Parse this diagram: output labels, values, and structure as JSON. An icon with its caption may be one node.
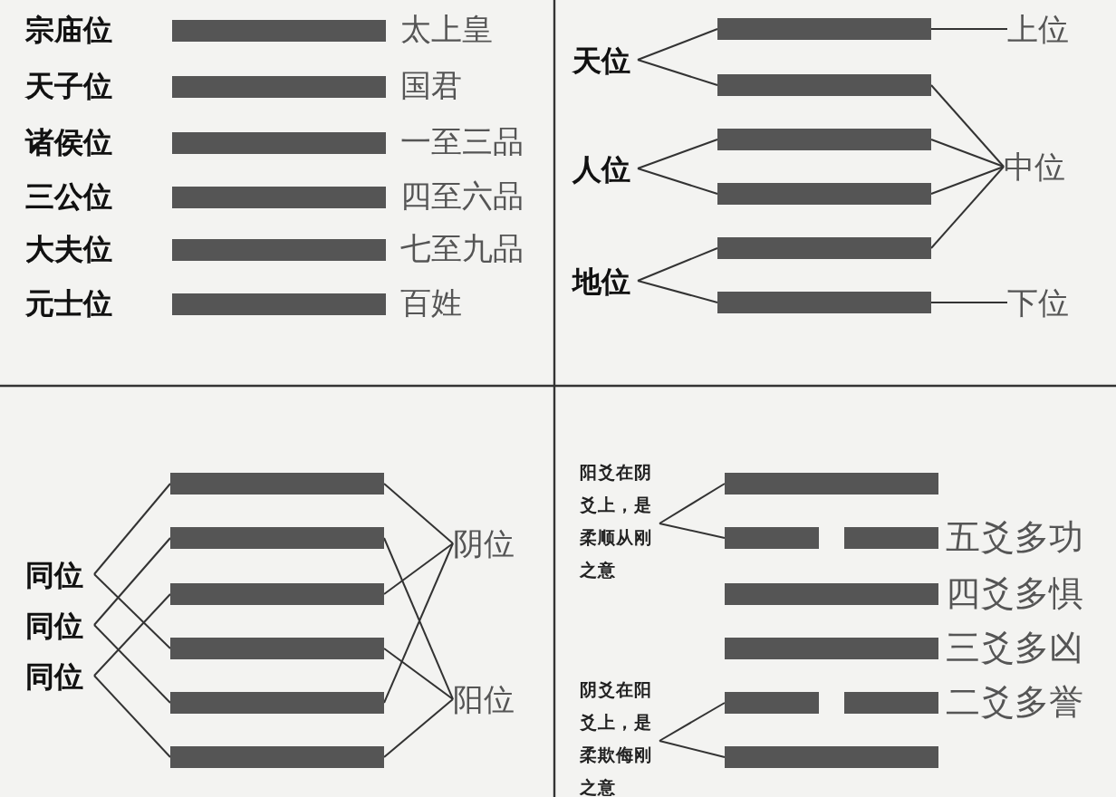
{
  "diagram": {
    "nodes": [
      {
        "text": [],
        "shape": "bar",
        "beside": [
          "宗庙位",
          "太上皇"
        ]
      },
      {
        "text": [],
        "shape": "bar",
        "beside": [
          "天子位",
          "国君"
        ]
      },
      {
        "text": [],
        "shape": "bar",
        "beside": [
          "诸侯位",
          "一至三品"
        ]
      },
      {
        "text": [],
        "shape": "bar",
        "beside": [
          "三公位",
          "四至六品"
        ]
      },
      {
        "text": [],
        "shape": "bar",
        "beside": [
          "大夫位",
          "七至九品"
        ]
      },
      {
        "text": [],
        "shape": "bar",
        "beside": [
          "元士位",
          "百姓"
        ]
      },
      {
        "text": [
          "天位"
        ]
      },
      {
        "text": [
          "人位"
        ]
      },
      {
        "text": [
          "地位"
        ]
      },
      {
        "text": [],
        "shape": "bar"
      },
      {
        "text": [],
        "shape": "bar"
      },
      {
        "text": [],
        "shape": "bar"
      },
      {
        "text": [],
        "shape": "bar"
      },
      {
        "text": [],
        "shape": "bar"
      },
      {
        "text": [],
        "shape": "bar"
      },
      {
        "text": [
          "上位"
        ]
      },
      {
        "text": [
          "中位"
        ]
      },
      {
        "text": [
          "下位"
        ]
      },
      {
        "text": [
          "同位"
        ]
      },
      {
        "text": [
          "同位"
        ]
      },
      {
        "text": [
          "同位"
        ]
      },
      {
        "text": [],
        "shape": "bar"
      },
      {
        "text": [],
        "shape": "bar"
      },
      {
        "text": [],
        "shape": "bar"
      },
      {
        "text": [],
        "shape": "bar"
      },
      {
        "text": [],
        "shape": "bar"
      },
      {
        "text": [],
        "shape": "bar"
      },
      {
        "text": [
          "阴位"
        ]
      },
      {
        "text": [
          "阳位"
        ]
      },
      {
        "text": [
          "阳爻在阴爻上，是柔顺从刚之意"
        ]
      },
      {
        "text": [
          "阴爻在阳爻上，是柔欺侮刚之意"
        ]
      },
      {
        "text": [],
        "shape": "bar"
      },
      {
        "text": [],
        "shape": "bars",
        "beside": [
          "五爻多功"
        ]
      },
      {
        "text": [],
        "shape": "bar",
        "beside": [
          "四爻多惧"
        ]
      },
      {
        "text": [],
        "shape": "bar",
        "beside": [
          "三爻多凶"
        ]
      },
      {
        "text": [],
        "shape": "bars",
        "beside": [
          "二爻多誉"
        ]
      },
      {
        "text": [],
        "shape": "bar"
      }
    ],
    "edges": [
      {
        "from": 6,
        "to": 9,
        "arrow": "none"
      },
      {
        "from": 6,
        "to": 10,
        "arrow": "none"
      },
      {
        "from": 7,
        "to": 11,
        "arrow": "none"
      },
      {
        "from": 7,
        "to": 12,
        "arrow": "none"
      },
      {
        "from": 8,
        "to": 13,
        "arrow": "none"
      },
      {
        "from": 8,
        "to": 14,
        "arrow": "none"
      },
      {
        "from": 9,
        "to": 15,
        "arrow": "none"
      },
      {
        "from": 10,
        "to": 16,
        "arrow": "none"
      },
      {
        "from": 11,
        "to": 16,
        "arrow": "none"
      },
      {
        "from": 12,
        "to": 16,
        "arrow": "none"
      },
      {
        "from": 13,
        "to": 16,
        "arrow": "none"
      },
      {
        "from": 14,
        "to": 17,
        "arrow": "none"
      },
      {
        "from": 18,
        "to": 21,
        "arrow": "none"
      },
      {
        "from": 18,
        "to": 24,
        "arrow": "none"
      },
      {
        "from": 19,
        "to": 22,
        "arrow": "none"
      },
      {
        "from": 19,
        "to": 25,
        "arrow": "none"
      },
      {
        "from": 20,
        "to": 23,
        "arrow": "none"
      },
      {
        "from": 20,
        "to": 26,
        "arrow": "none"
      },
      {
        "from": 21,
        "to": 27,
        "arrow": "none"
      },
      {
        "from": 23,
        "to": 27,
        "arrow": "none"
      },
      {
        "from": 25,
        "to": 27,
        "arrow": "none"
      },
      {
        "from": 22,
        "to": 28,
        "arrow": "none"
      },
      {
        "from": 24,
        "to": 28,
        "arrow": "none"
      },
      {
        "from": 26,
        "to": 28,
        "arrow": "none"
      },
      {
        "from": 29,
        "to": 31,
        "arrow": "none"
      },
      {
        "from": 29,
        "to": 32,
        "arrow": "none"
      },
      {
        "from": 30,
        "to": 35,
        "arrow": "none"
      },
      {
        "from": 30,
        "to": 36,
        "arrow": "none"
      }
    ]
  }
}
